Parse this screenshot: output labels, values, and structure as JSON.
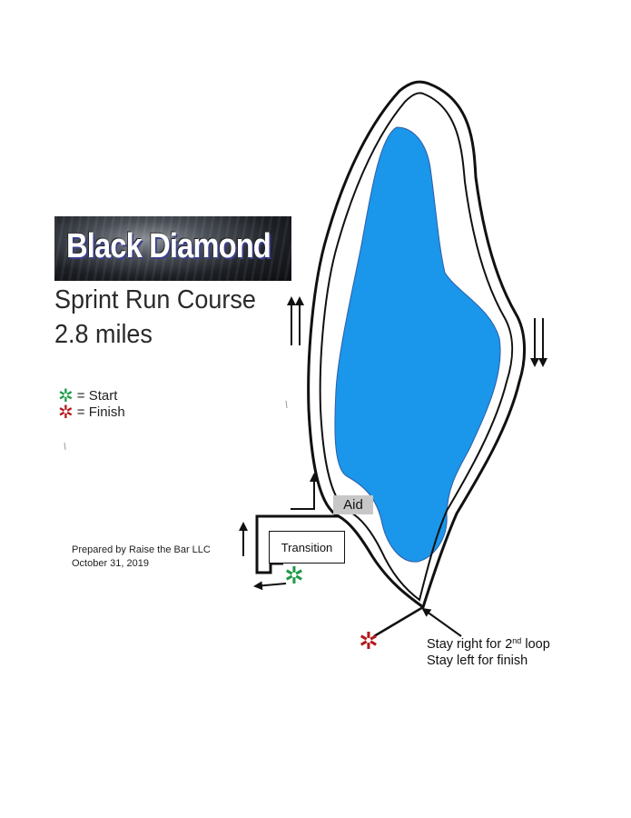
{
  "banner": {
    "title": "Black Diamond"
  },
  "course": {
    "title": "Sprint Run Course",
    "distance": "2.8 miles"
  },
  "legend": {
    "start_label": "= Start",
    "finish_label": "= Finish",
    "start_color": "#1f9a4a",
    "finish_color": "#b3171c"
  },
  "credits": {
    "prepared_by": "Prepared by Raise the Bar LLC",
    "date": "October 31, 2019"
  },
  "map": {
    "lake_color": "#1a96ea",
    "route_color": "#111111",
    "aid_label": "Aid",
    "transition_label": "Transition",
    "note_line1_prefix": "Stay right for 2",
    "note_line1_sup": "nd",
    "note_line1_suffix": " loop",
    "note_line2": "Stay left for finish"
  }
}
